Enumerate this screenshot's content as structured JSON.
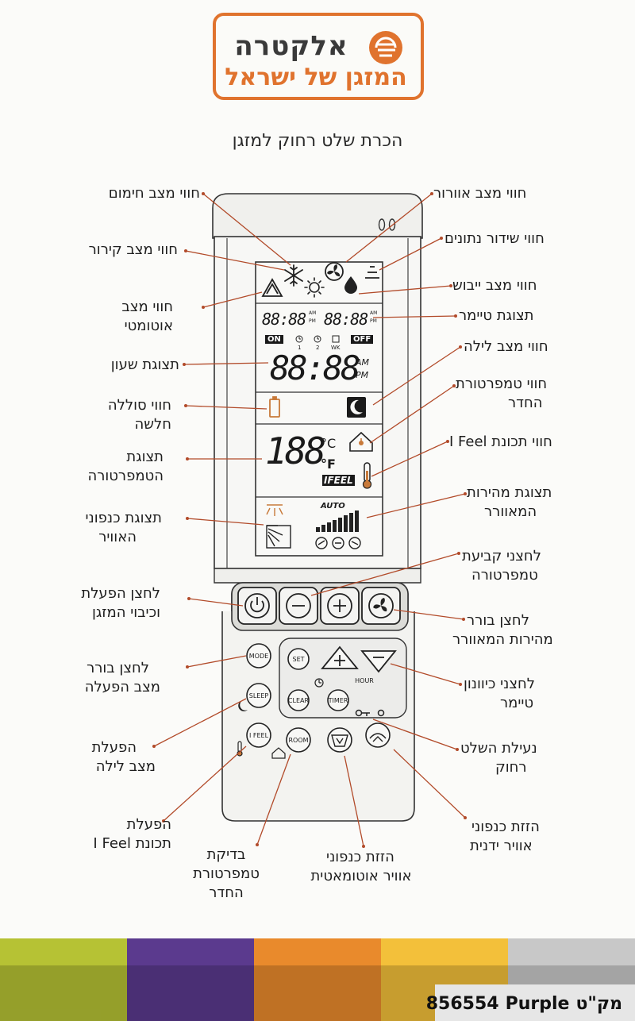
{
  "brand": {
    "name": "אלקטרה",
    "slogan": "המזגן של ישראל",
    "accent_color": "#e0732e",
    "logo_icon": "electra-logo-icon"
  },
  "title": "הכרת שלט רחוק למזגן",
  "display": {
    "timer_left": "88:88",
    "timer_right": "88:88",
    "am": "AM",
    "pm": "PM",
    "on": "ON",
    "off": "OFF",
    "timer_1": "1",
    "timer_2": "2",
    "timer_wk": "WK",
    "clock": "88:88",
    "temperature": "188",
    "celsius": "°C",
    "fahrenheit": "°F",
    "ifeel": "IFEEL",
    "auto": "AUTO"
  },
  "buttons": {
    "mode": "MODE",
    "sleep": "SLEEP",
    "ifeel": "I FEEL",
    "room": "ROOM",
    "set": "SET",
    "clear": "CLEAR",
    "timer": "TIMER",
    "hour": "HOUR"
  },
  "labels": {
    "left": [
      "חווי מצב חימום",
      "חווי מצב קירור",
      "חווי מצב",
      "אוטומטי",
      "תצוגת שעון",
      "חווי סוללה",
      "חלשה",
      "תצוגת",
      "הטמפרטורה",
      "תצוגת כנפוני",
      "האוויר",
      "לחצן הפעלת",
      "וכיבוי המזגן",
      "לחצן בורר",
      "מצב הפעלה",
      "הפעלת",
      "מצב לילה",
      "הפעלת",
      "תכונת I Feel"
    ],
    "right": [
      "חווי מצב אוורור",
      "חווי שידור נתונים",
      "חווי מצב ייבוש",
      "תצוגת טיימר",
      "חווי מצב לילה",
      "חווי טמפרטורת",
      "החדר",
      "חווי תכונת I Feel",
      "תצוגת מהירות",
      "המאוורר",
      "לחצני קביעת",
      "טמפרטורה",
      "לחצן בורר",
      "מהירות המאוורר",
      "לחצני כיוונון",
      "טיימר",
      "נעילת השלט",
      "רחוק",
      "הזזת כנפוני",
      "אוויר ידנית"
    ],
    "bottom": [
      "בדיקת",
      "טמפרטורת",
      "החדר",
      "הזזת כנפוני",
      "אוויר אוטומאטית"
    ]
  },
  "footer": {
    "colors": [
      "#b6c234",
      "#5b3a8e",
      "#e98a2c",
      "#f3c03a",
      "#c8c8c8"
    ],
    "code_label": "מק\"ט",
    "code": "856554",
    "color_name": "Purple"
  }
}
